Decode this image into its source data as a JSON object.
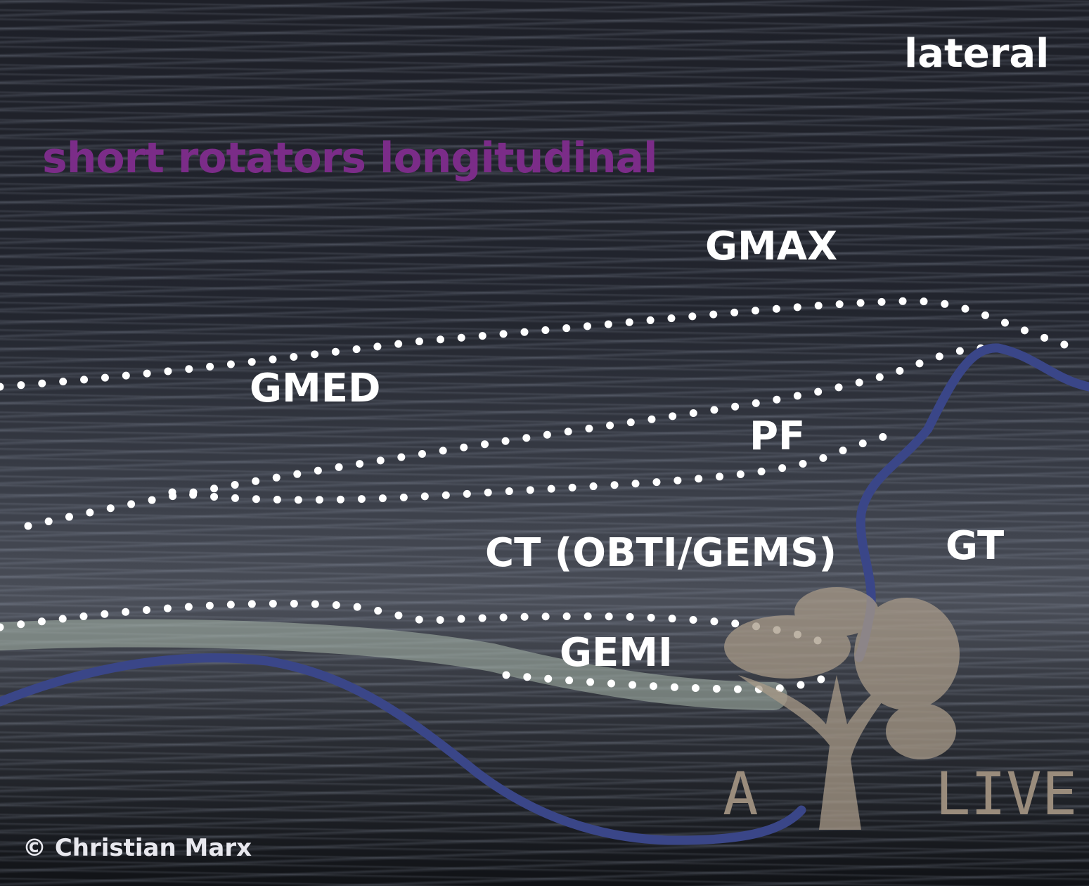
{
  "title": "short rotators longitudinal",
  "orientation": "lateral",
  "labels": {
    "gmax": "GMAX",
    "gmed": "GMED",
    "pf": "PF",
    "ct": "CT (OBTI/GEMS)",
    "gt": "GT",
    "gemi": "GEMI"
  },
  "copyright": "© Christian Marx",
  "logo": {
    "left": "A",
    "right": "LIVE"
  },
  "colors": {
    "title": "#7b2c88",
    "bone_outline": "#3a4688",
    "dots": "#ffffff"
  }
}
